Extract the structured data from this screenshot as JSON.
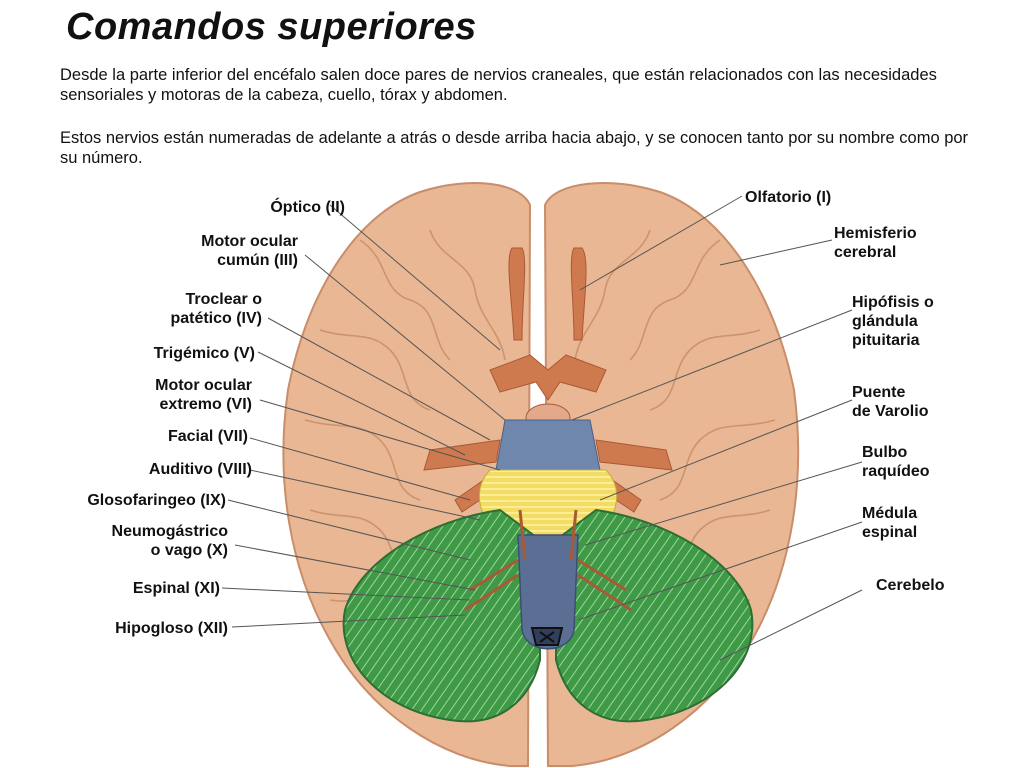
{
  "title": "Comandos superiores",
  "intro": {
    "p1": "Desde la parte inferior del encéfalo salen doce pares de nervios craneales, que están relacionados con las necesidades sensoriales y motoras de la cabeza, cuello, tórax y abdomen.",
    "p2": "Estos nervios están numeradas de adelante a atrás o desde arriba hacia abajo, y se conocen tanto por su nombre como por su número."
  },
  "labels": {
    "left": [
      [
        "Óptico (II)"
      ],
      [
        "Motor ocular",
        "cumún (III)"
      ],
      [
        "Troclear o",
        "patético (IV)"
      ],
      [
        "Trigémico (V)"
      ],
      [
        "Motor ocular",
        "extremo (VI)"
      ],
      [
        "Facial (VII)"
      ],
      [
        "Auditivo (VIII)"
      ],
      [
        "Glosofaringeo (IX)"
      ],
      [
        "Neumogástrico",
        "o vago (X)"
      ],
      [
        "Espinal (XI)"
      ],
      [
        "Hipogloso (XII)"
      ]
    ],
    "right": [
      [
        "Olfatorio (I)"
      ],
      [
        "Hemisferio",
        "cerebral"
      ],
      [
        "Hipófisis o",
        "glándula",
        "pituitaria"
      ],
      [
        "Puente",
        "de Varolio"
      ],
      [
        "Bulbo",
        "raquídeo"
      ],
      [
        "Médula",
        "espinal"
      ],
      [
        "Cerebelo"
      ]
    ]
  },
  "colors": {
    "cortex": "#e9b793",
    "cortex_edge": "#c98d6a",
    "nerve": "#cf7a4e",
    "pons": "#f2dc63",
    "cerebellum": "#3f9a47",
    "medulla": "#5b6f94"
  }
}
